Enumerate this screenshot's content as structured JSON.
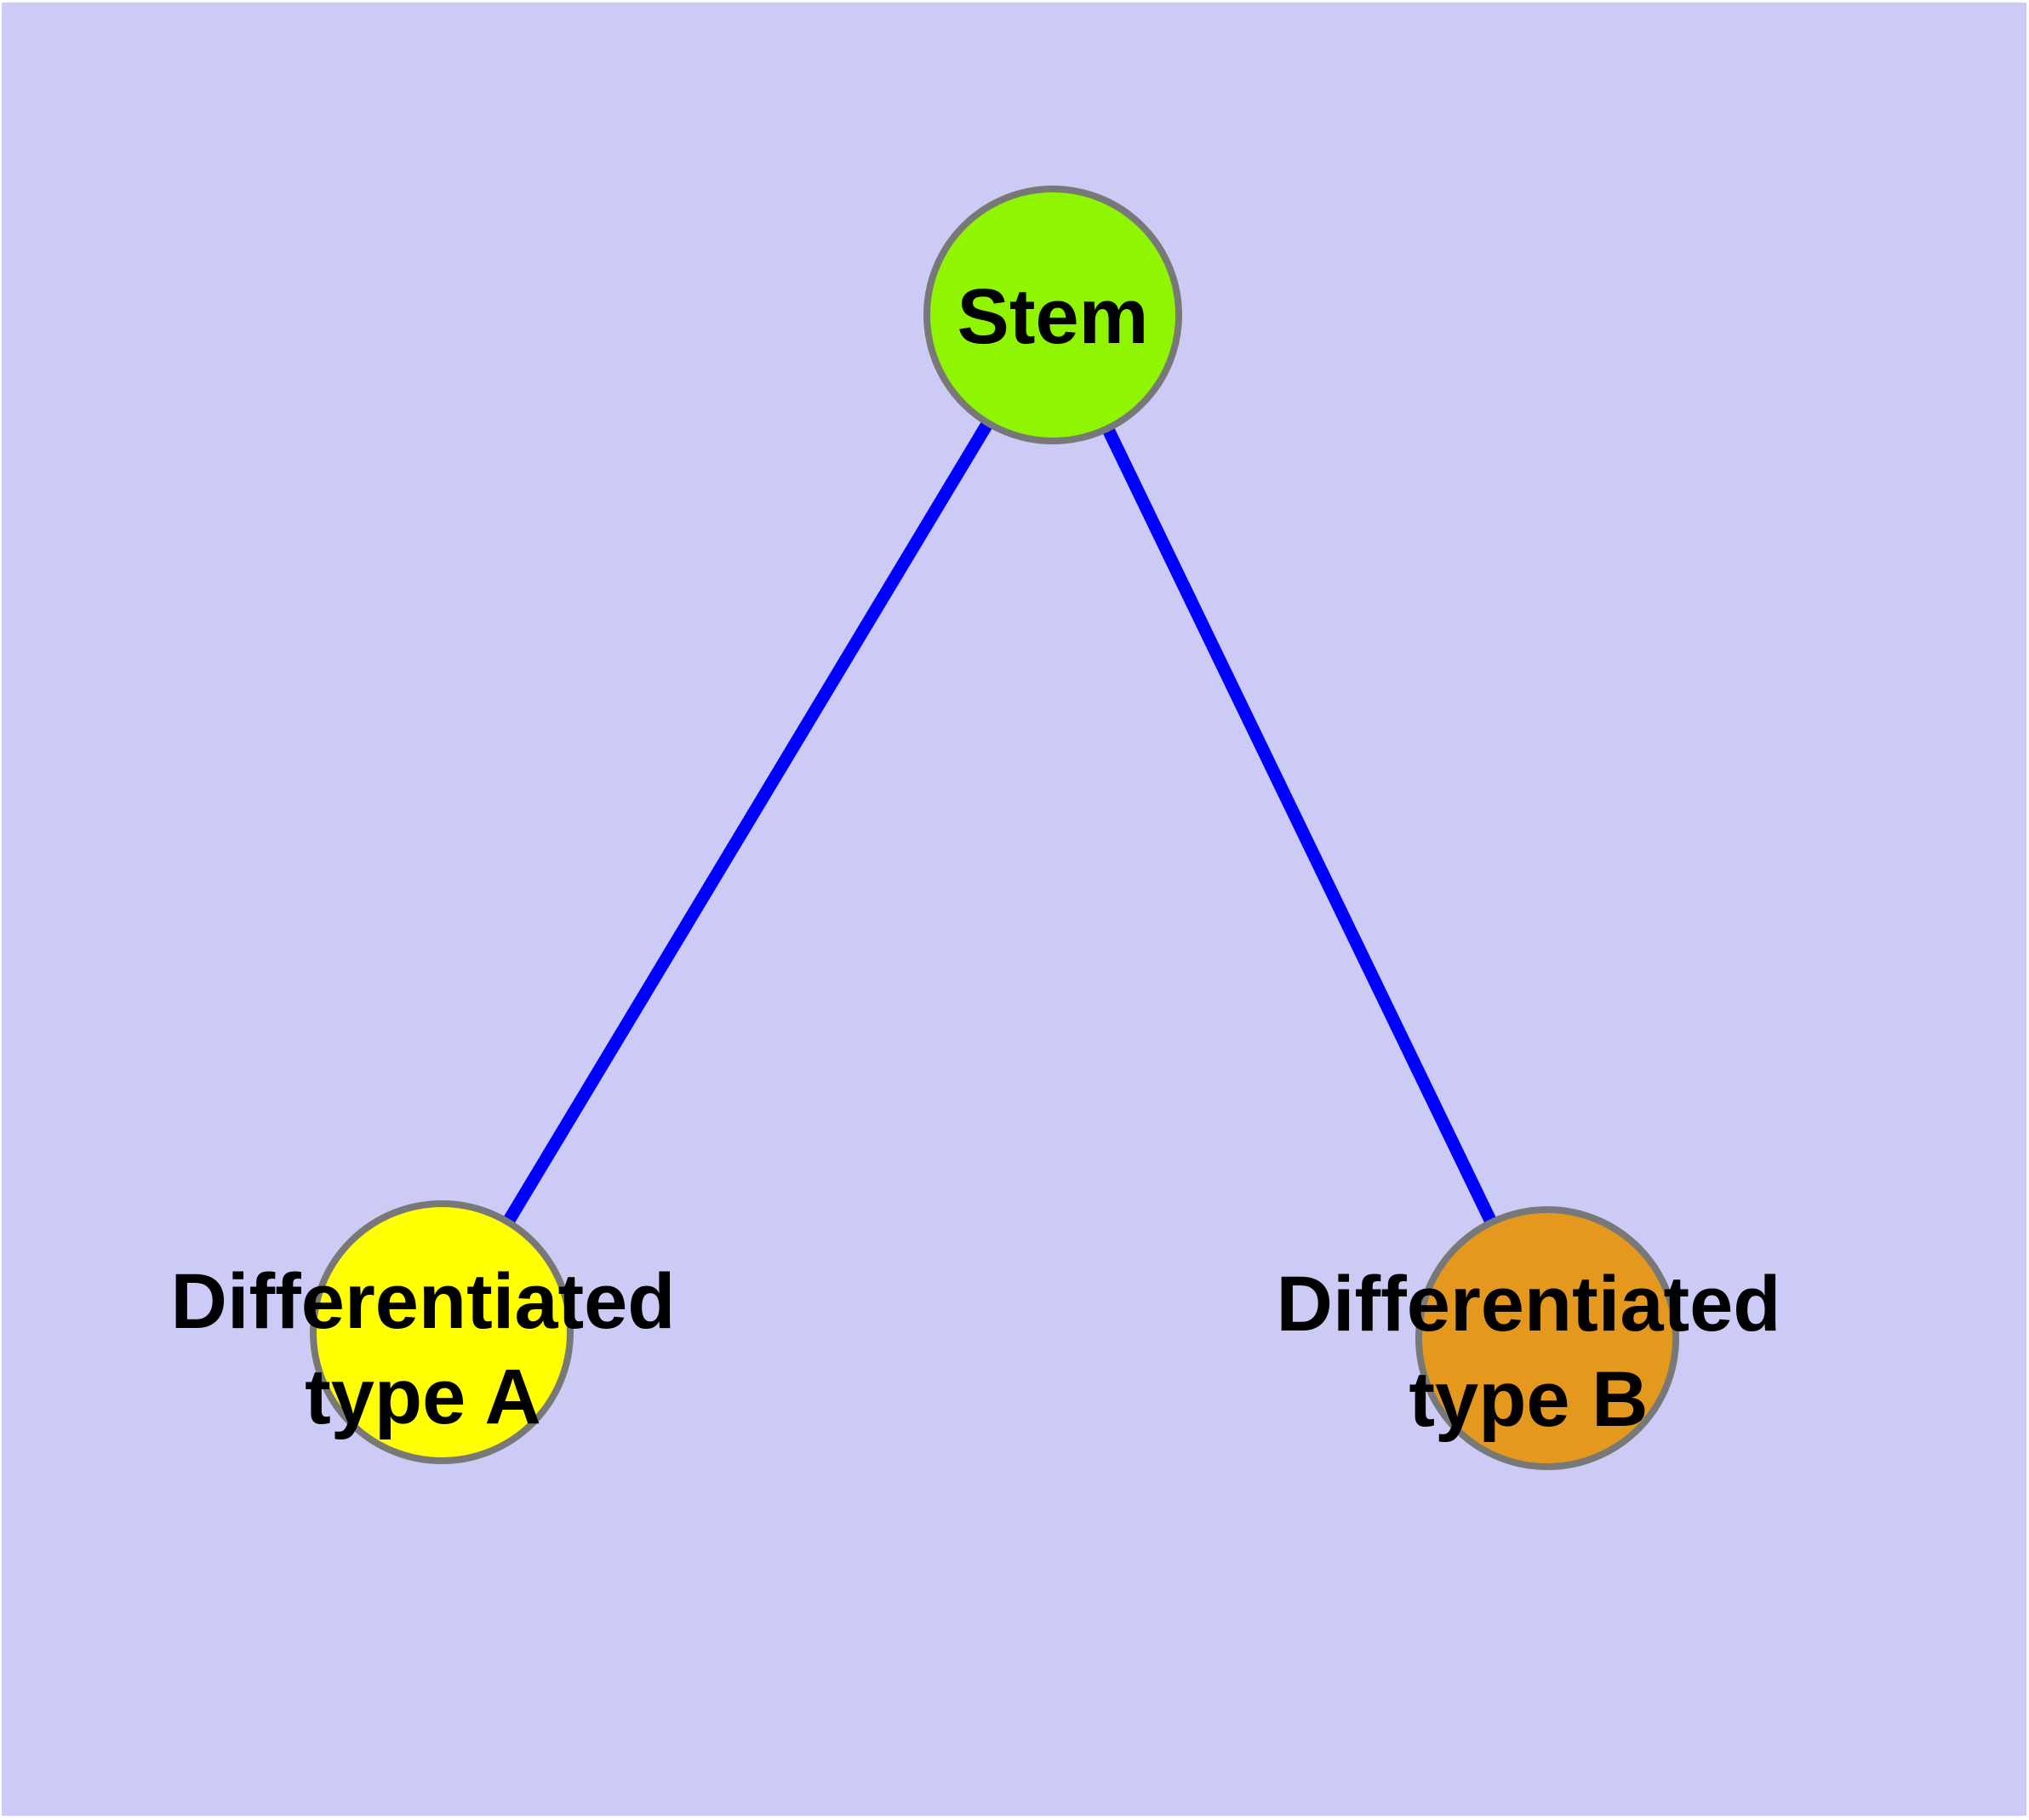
{
  "canvas": {
    "background_color": "#cbcbf6",
    "margin_color": "#ffffff"
  },
  "graph": {
    "node_border_color": "#787878",
    "edge_color": "#0000ff",
    "label_color": "#000000",
    "nodes": [
      {
        "id": "stem",
        "label": "Stem",
        "label_line1": "Stem",
        "label_line2": "",
        "color": "#90f500"
      },
      {
        "id": "diff-a",
        "label": "Differentiated type A",
        "label_line1": "Differentiated",
        "label_line2": "type A",
        "color": "#ffff00"
      },
      {
        "id": "diff-b",
        "label": "Differentiated type B",
        "label_line1": "Differentiated",
        "label_line2": "type B",
        "color": "#e5981e"
      }
    ],
    "edges": [
      {
        "from": "Stem",
        "to": "Differentiated type A"
      },
      {
        "from": "Stem",
        "to": "Differentiated type B"
      }
    ]
  }
}
